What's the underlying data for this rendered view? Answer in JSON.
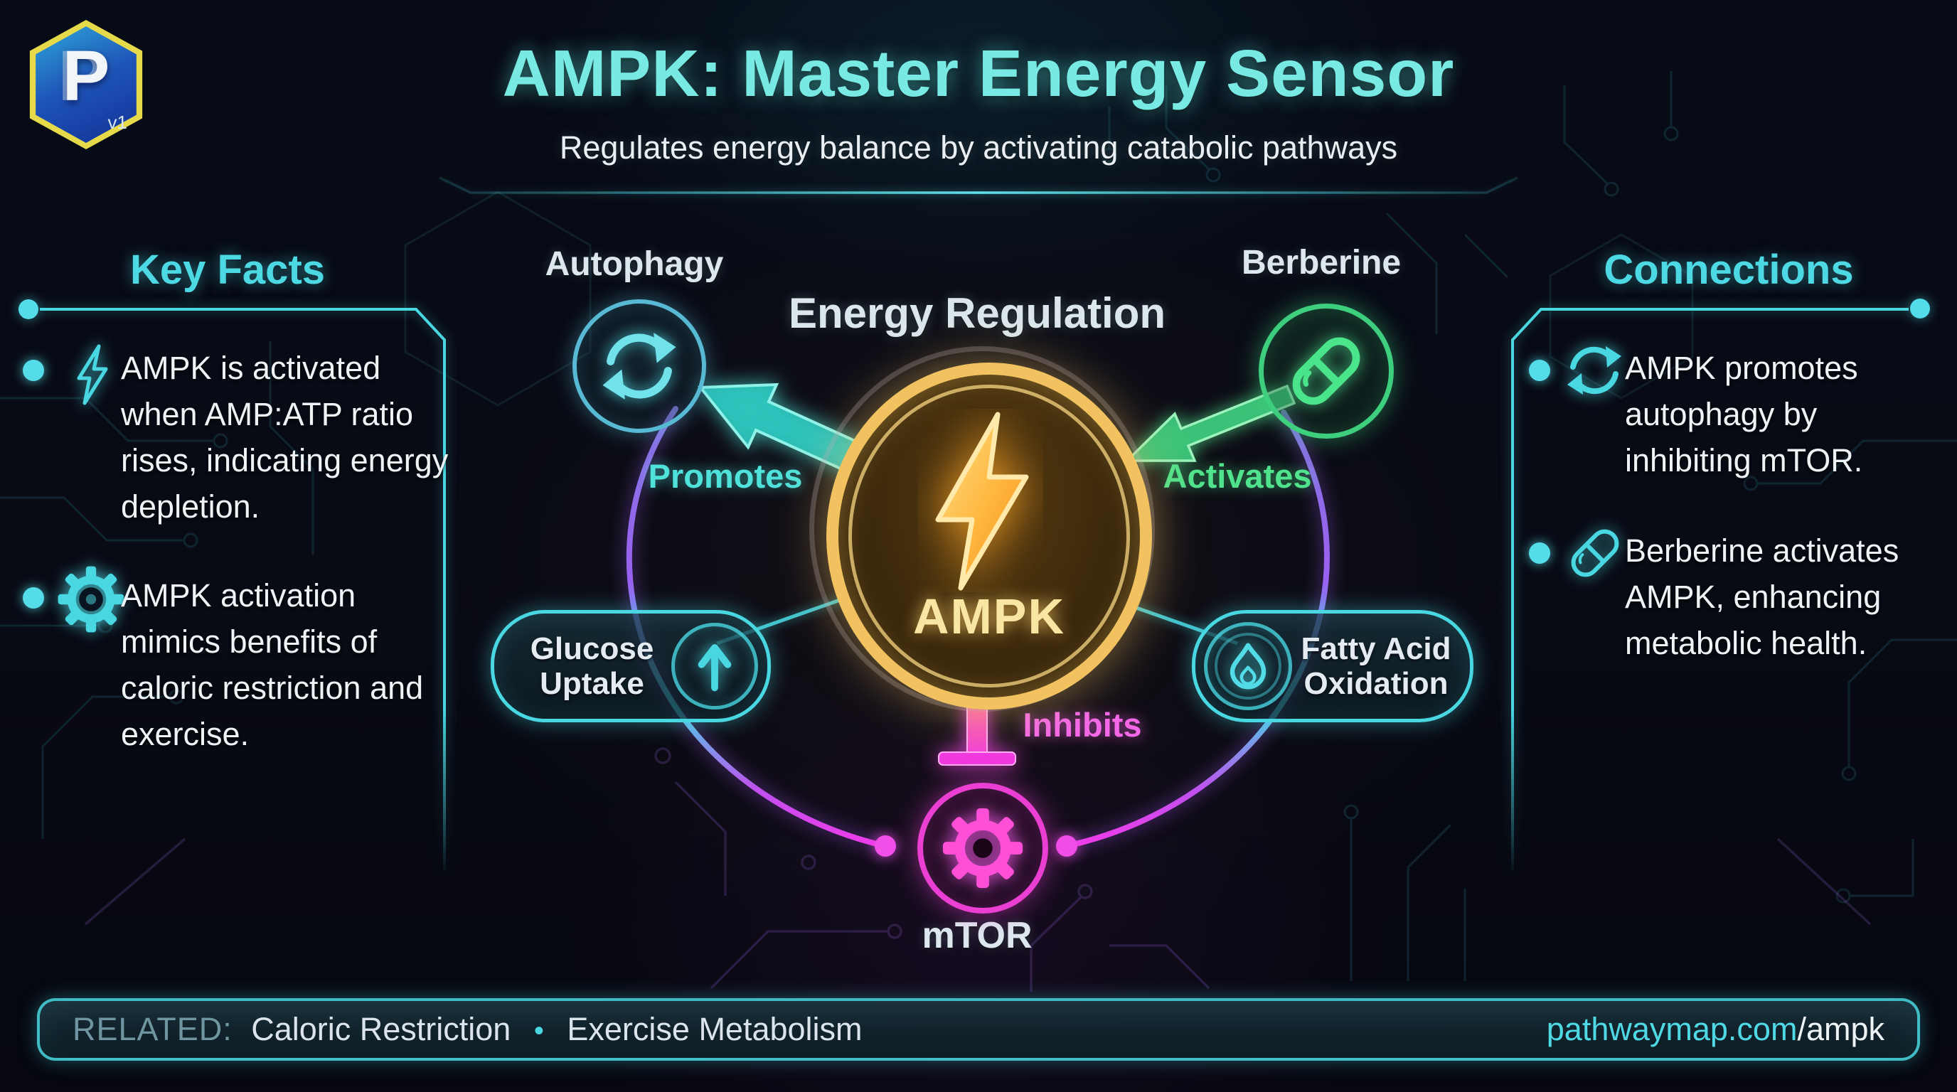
{
  "logo": {
    "badge_letter": "P",
    "version": "v1"
  },
  "header": {
    "title": "AMPK: Master Energy Sensor",
    "subtitle": "Regulates energy balance by activating catabolic pathways"
  },
  "key_facts": {
    "title": "Key Facts",
    "items": [
      {
        "icon": "lightning-icon",
        "text": "AMPK is activated when AMP:ATP ratio rises, indicating energy depletion."
      },
      {
        "icon": "gear-icon",
        "text": "AMPK activation mimics benefits of caloric restriction and exercise."
      }
    ]
  },
  "connections": {
    "title": "Connections",
    "items": [
      {
        "icon": "sync-icon",
        "text": "AMPK promotes autophagy by inhibiting mTOR."
      },
      {
        "icon": "pill-icon",
        "text": "Berberine activates AMPK, enhancing metabolic health."
      }
    ]
  },
  "diagram": {
    "center_label": "Energy Regulation",
    "hub": {
      "label": "AMPK",
      "icon": "lightning-icon",
      "color": "#f1c25f"
    },
    "nodes": [
      {
        "id": "autophagy",
        "label": "Autophagy",
        "icon": "sync-icon",
        "color": "#57b9d3"
      },
      {
        "id": "berberine",
        "label": "Berberine",
        "icon": "pill-icon",
        "color": "#3ecf7e"
      },
      {
        "id": "glucose-uptake",
        "label": "Glucose Uptake",
        "icon": "arrow-up-icon",
        "color": "#49d7e2"
      },
      {
        "id": "fatty-acid-oxidation",
        "label": "Fatty Acid Oxidation",
        "icon": "flame-icon",
        "color": "#49d7e2"
      },
      {
        "id": "mtor",
        "label": "mTOR",
        "icon": "gear-icon",
        "color": "#ea3fd2"
      }
    ],
    "edges": [
      {
        "from": "AMPK",
        "to": "Autophagy",
        "label": "Promotes",
        "color": "#4fe2da"
      },
      {
        "from": "Berberine",
        "to": "AMPK",
        "label": "Activates",
        "color": "#50e28c"
      },
      {
        "from": "AMPK",
        "to": "mTOR",
        "label": "Inhibits",
        "color": "#f468e8"
      }
    ]
  },
  "footer": {
    "related_label": "RELATED:",
    "items": [
      "Caloric Restriction",
      "Exercise Metabolism"
    ],
    "separator": "•",
    "url_base": "pathwaymap.com",
    "url_path": "/ampk"
  },
  "palette": {
    "accent_cyan": "#49d7e2",
    "title_cyan": "#78eae3",
    "green": "#3ecf7e",
    "gold": "#f1c25f",
    "magenta": "#ea3fd2",
    "purple": "#9a60f0",
    "text_light": "#eef3f6",
    "text_muted": "#6e95a0",
    "background": "#070b16"
  }
}
